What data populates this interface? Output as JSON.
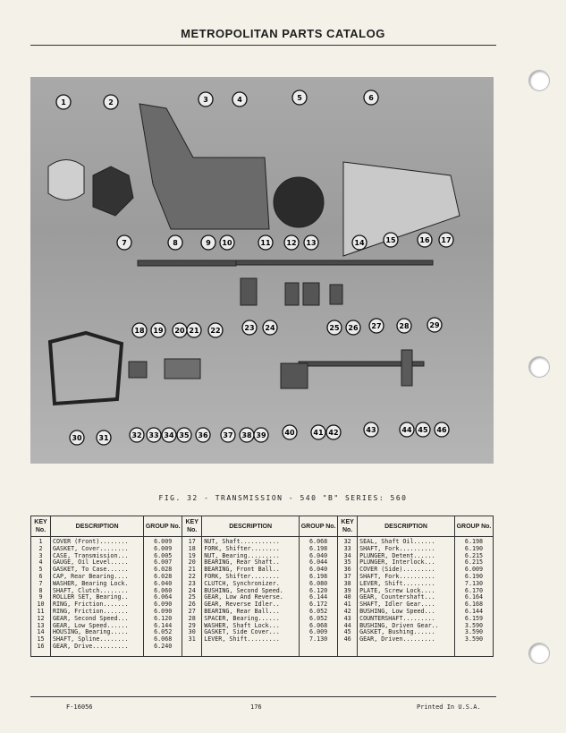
{
  "header": {
    "title": "METROPOLITAN PARTS CATALOG"
  },
  "figure": {
    "caption": "FIG. 32 - TRANSMISSION - 540 \"B\" SERIES: 560",
    "callouts": [
      "1",
      "2",
      "3",
      "4",
      "5",
      "6",
      "7",
      "8",
      "9",
      "10",
      "11",
      "12",
      "13",
      "14",
      "15",
      "16",
      "17",
      "18",
      "19",
      "20",
      "21",
      "22",
      "23",
      "24",
      "25",
      "26",
      "27",
      "28",
      "29",
      "30",
      "31",
      "32",
      "33",
      "34",
      "35",
      "36",
      "37",
      "38",
      "39",
      "40",
      "41",
      "42",
      "43",
      "44",
      "45",
      "46"
    ]
  },
  "table": {
    "col_key": "KEY No.",
    "col_desc": "DESCRIPTION",
    "col_group": "GROUP No.",
    "columns": [
      [
        {
          "key": "1",
          "desc": "COVER (Front)........",
          "group": "6.009"
        },
        {
          "key": "2",
          "desc": "GASKET, Cover........",
          "group": "6.009"
        },
        {
          "key": "3",
          "desc": "CASE, Transmission...",
          "group": "6.005"
        },
        {
          "key": "4",
          "desc": "GAUGE, Oil Level.....",
          "group": "6.007"
        },
        {
          "key": "5",
          "desc": "GASKET, To Case......",
          "group": "6.028"
        },
        {
          "key": "6",
          "desc": "CAP, Rear Bearing....",
          "group": "6.028"
        },
        {
          "key": "7",
          "desc": "WASHER, Bearing Lock.",
          "group": "6.040"
        },
        {
          "key": "8",
          "desc": "SHAFT, Clutch........",
          "group": "6.060"
        },
        {
          "key": "9",
          "desc": "ROLLER SET, Bearing..",
          "group": "6.064"
        },
        {
          "key": "10",
          "desc": "RING, Friction.......",
          "group": "6.090"
        },
        {
          "key": "11",
          "desc": "RING, Friction.......",
          "group": "6.090"
        },
        {
          "key": "12",
          "desc": "GEAR, Second Speed...",
          "group": "6.120"
        },
        {
          "key": "13",
          "desc": "GEAR, Low Speed......",
          "group": "6.144"
        },
        {
          "key": "14",
          "desc": "HOUSING, Bearing.....",
          "group": "6.052"
        },
        {
          "key": "15",
          "desc": "SHAFT, Spline........",
          "group": "6.068"
        },
        {
          "key": "16",
          "desc": "GEAR, Drive..........",
          "group": "6.240"
        }
      ],
      [
        {
          "key": "17",
          "desc": "NUT, Shaft...........",
          "group": "6.068"
        },
        {
          "key": "18",
          "desc": "FORK, Shifter........",
          "group": "6.198"
        },
        {
          "key": "19",
          "desc": "NUT, Bearing.........",
          "group": "6.040"
        },
        {
          "key": "20",
          "desc": "BEARING, Rear Shaft..",
          "group": "6.044"
        },
        {
          "key": "21",
          "desc": "BEARING, Front Ball..",
          "group": "6.040"
        },
        {
          "key": "22",
          "desc": "FORK, Shifter........",
          "group": "6.198"
        },
        {
          "key": "23",
          "desc": "CLUTCH, Synchronizer.",
          "group": "6.080"
        },
        {
          "key": "24",
          "desc": "BUSHING, Second Speed.",
          "group": "6.120"
        },
        {
          "key": "25",
          "desc": "GEAR, Low And Reverse.",
          "group": "6.144"
        },
        {
          "key": "26",
          "desc": "GEAR, Reverse Idler..",
          "group": "6.172"
        },
        {
          "key": "27",
          "desc": "BEARING, Rear Ball...",
          "group": "6.052"
        },
        {
          "key": "28",
          "desc": "SPACER, Bearing......",
          "group": "6.052"
        },
        {
          "key": "29",
          "desc": "WASHER, Shaft Lock...",
          "group": "6.068"
        },
        {
          "key": "30",
          "desc": "GASKET, Side Cover...",
          "group": "6.009"
        },
        {
          "key": "31",
          "desc": "LEVER, Shift.........",
          "group": "7.130"
        }
      ],
      [
        {
          "key": "32",
          "desc": "SEAL, Shaft Oil......",
          "group": "6.198"
        },
        {
          "key": "33",
          "desc": "SHAFT, Fork..........",
          "group": "6.190"
        },
        {
          "key": "34",
          "desc": "PLUNGER, Detent......",
          "group": "6.215"
        },
        {
          "key": "35",
          "desc": "PLUNGER, Interlock...",
          "group": "6.215"
        },
        {
          "key": "36",
          "desc": "COVER (Side).........",
          "group": "6.009"
        },
        {
          "key": "37",
          "desc": "SHAFT, Fork..........",
          "group": "6.190"
        },
        {
          "key": "38",
          "desc": "LEVER, Shift.........",
          "group": "7.130"
        },
        {
          "key": "39",
          "desc": "PLATE, Screw Lock....",
          "group": "6.170"
        },
        {
          "key": "40",
          "desc": "GEAR, Countershaft...",
          "group": "6.164"
        },
        {
          "key": "41",
          "desc": "SHAFT, Idler Gear....",
          "group": "6.168"
        },
        {
          "key": "42",
          "desc": "BUSHING, Low Speed...",
          "group": "6.144"
        },
        {
          "key": "43",
          "desc": "COUNTERSHAFT.........",
          "group": "6.159"
        },
        {
          "key": "44",
          "desc": "BUSHING, Driven Gear..",
          "group": "3.590"
        },
        {
          "key": "45",
          "desc": "GASKET, Bushing......",
          "group": "3.590"
        },
        {
          "key": "46",
          "desc": "GEAR, Driven.........",
          "group": "3.590"
        }
      ]
    ]
  },
  "footer": {
    "form_no": "F-16056",
    "page": "176",
    "printed": "Printed In U.S.A."
  }
}
